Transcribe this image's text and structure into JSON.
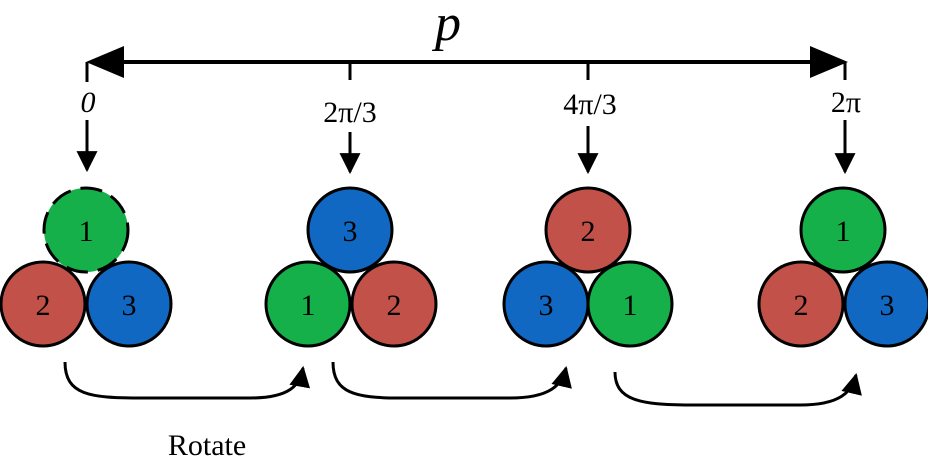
{
  "period_label": "p",
  "angles": [
    "0",
    "2π/3",
    "4π/3",
    "2π"
  ],
  "groups": [
    {
      "top": "1",
      "bottom_left": "2",
      "bottom_right": "3"
    },
    {
      "top": "3",
      "bottom_left": "1",
      "bottom_right": "2"
    },
    {
      "top": "2",
      "bottom_left": "3",
      "bottom_right": "1"
    },
    {
      "top": "1",
      "bottom_left": "2",
      "bottom_right": "3"
    }
  ],
  "phase_colors": {
    "1": "#15b04a",
    "2": "#c2514a",
    "3": "#1068c2"
  },
  "rotate_label": "Rotate"
}
